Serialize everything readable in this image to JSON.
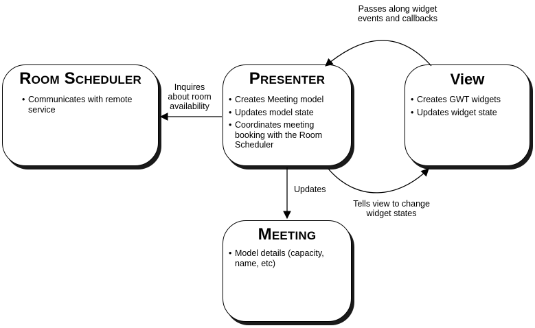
{
  "boxes": {
    "room_scheduler": {
      "title": "Room Scheduler",
      "bullets": [
        "Communicates with remote service"
      ]
    },
    "presenter": {
      "title": "Presenter",
      "bullets": [
        "Creates Meeting model",
        "Updates model state",
        "Coordinates meeting booking with the Room Scheduler"
      ]
    },
    "view": {
      "title": "View",
      "bullets": [
        "Creates GWT widgets",
        "Updates widget state"
      ]
    },
    "meeting": {
      "title": "Meeting",
      "bullets": [
        "Model details (capacity, name, etc)"
      ]
    }
  },
  "labels": {
    "passes_along": "Passes along widget events and callbacks",
    "inquires": "Inquires about room availability",
    "updates": "Updates",
    "tells_view": "Tells view to change widget states"
  }
}
